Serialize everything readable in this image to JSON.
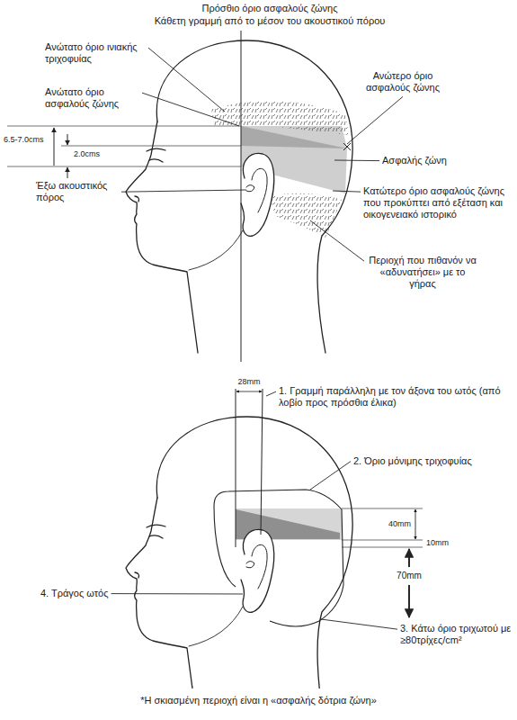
{
  "diagram": {
    "caption": "*Η σκιασμένη περιοχή είναι η «ασφαλής δότρια ζώνη»",
    "labels": [
      "Πρόσθιο όριο ασφαλούς ζώνης",
      "Κάθετη γραμμή από το μέσον του ακουστικού πόρου",
      "Ανώτατο όριο ινιακής τριχοφυίας",
      "Ανώτατο όριο ασφαλούς ζώνης",
      "6.5-7.0cms",
      "2.0cms",
      "Έξω ακουστικός πόρος",
      "Ανώτερο όριο ασφαλούς ζώνης",
      "Ασφαλής ζώνη",
      "Κατώτερο όριο ασφαλούς ζώνης που προκύπτει από εξέταση και οικογενειακό ιστορικό",
      "Περιοχή που πιθανόν να «αδυνατήσει» με το γήρας",
      "28mm",
      "1. Γραμμή παράλληλη με τον άξονα του ωτός (από λοβίο προς πρόσθια έλικα)",
      "2. Όριο μόνιμης τριχοφυίας",
      "40mm",
      "10mm",
      "70mm",
      "4. Τράγος ωτός",
      "3. Κάτω όριο τριχωτού με ≥80τρίχες/cm²"
    ]
  }
}
